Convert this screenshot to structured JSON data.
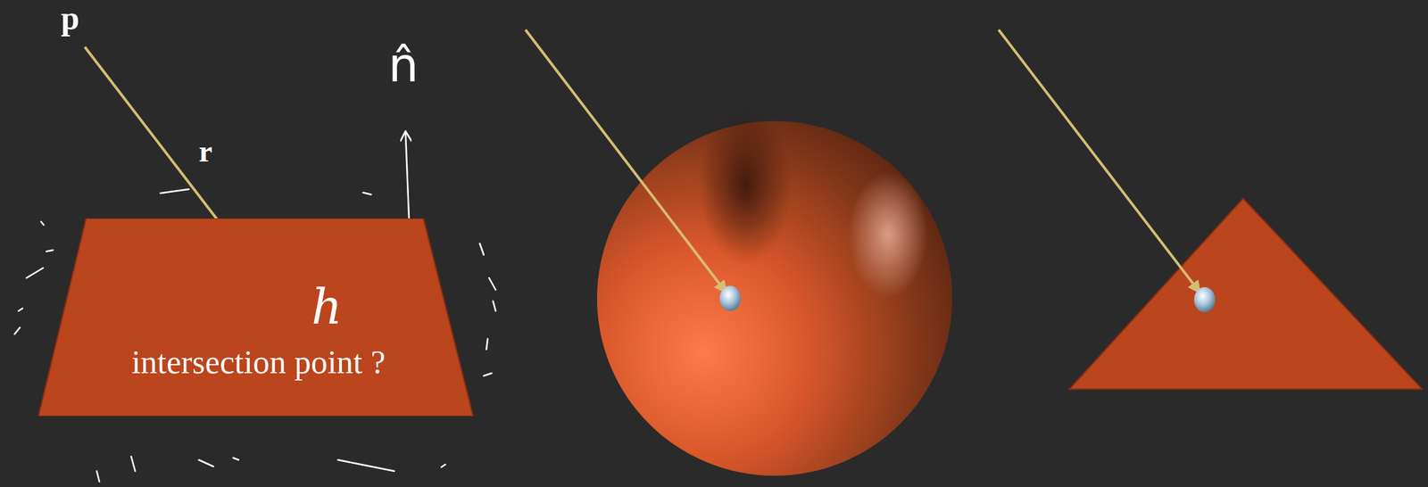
{
  "diagram": {
    "nodes": [
      {
        "text": [
          "intersection point ?"
        ]
      }
    ],
    "labels": [
      "p",
      "r",
      "n̂",
      "h"
    ]
  }
}
